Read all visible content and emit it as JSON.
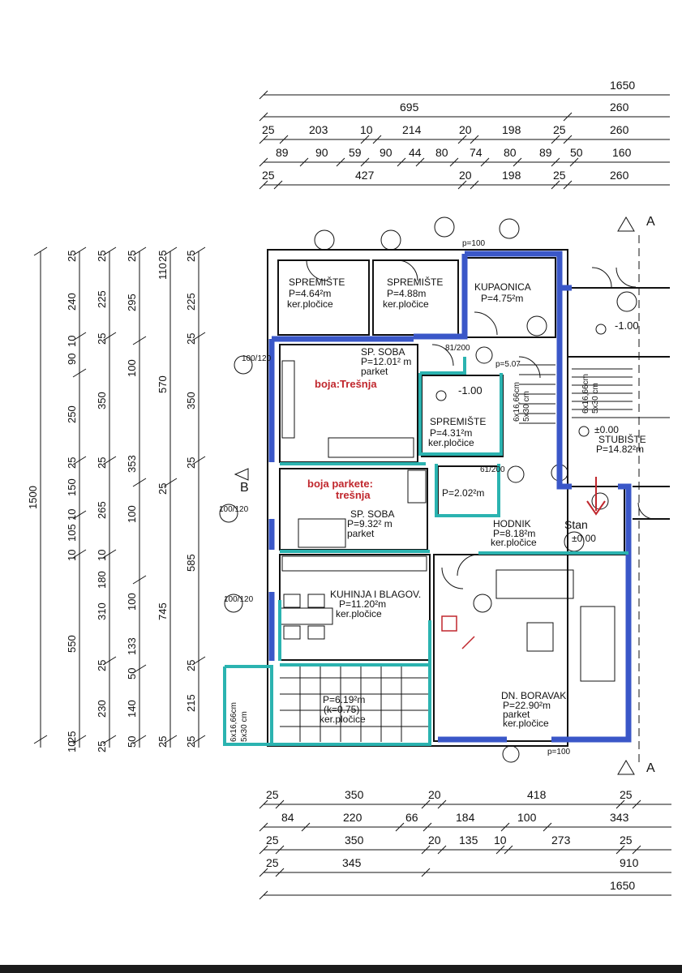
{
  "plan": {
    "top_dims": {
      "row1": [
        "1650"
      ],
      "row2": [
        "695",
        "260"
      ],
      "row3": [
        "25",
        "203",
        "10",
        "214",
        "20",
        "198",
        "25",
        "260"
      ],
      "row4": [
        "89",
        "90",
        "59",
        "90",
        "44",
        "80",
        "74",
        "80",
        "89",
        "50",
        "160"
      ],
      "row5": [
        "25",
        "427",
        "20",
        "198",
        "25",
        "260"
      ]
    },
    "bottom_dims": {
      "row1": [
        "25",
        "350",
        "20",
        "418",
        "25"
      ],
      "row2": [
        "84",
        "220",
        "66",
        "184",
        "100",
        "343"
      ],
      "row3": [
        "25",
        "350",
        "20",
        "135",
        "10",
        "273",
        "25"
      ],
      "row4": [
        "25",
        "345",
        "910"
      ],
      "row5": [
        "1650"
      ]
    },
    "left_dims": {
      "col1": [
        "1500"
      ],
      "col2": [
        "25",
        "240",
        "10",
        "90",
        "250",
        "25",
        "150",
        "10",
        "105",
        "10",
        "550",
        "25",
        "10"
      ],
      "col3": [
        "25",
        "225",
        "25",
        "350",
        "25",
        "265",
        "10",
        "180",
        "310",
        "25",
        "230",
        "25"
      ],
      "col4": [
        "25",
        "295",
        "100",
        "353",
        "100",
        "100",
        "133",
        "50",
        "140",
        "50"
      ],
      "col5": [
        "25",
        "110",
        "570",
        "25",
        "745",
        "25"
      ],
      "col6": [
        "25",
        "225",
        "25",
        "350",
        "25",
        "585",
        "25",
        "215",
        "25"
      ]
    },
    "rooms": {
      "spremiste1": {
        "name": "SPREMIŠTE",
        "area": "P=4.64²m",
        "floor": "ker.pločice"
      },
      "spremiste2": {
        "name": "SPREMIŠTE",
        "area": "P=4.88m",
        "floor": "ker.pločice"
      },
      "kupaonica": {
        "name": "KUPAONICA",
        "area": "P=4.75²m"
      },
      "sp_soba1": {
        "name": "SP. SOBA",
        "area": "P=12.01² m",
        "floor": "parket"
      },
      "spremiste3": {
        "name": "SPREMIŠTE",
        "area": "P=4.31²m",
        "floor": "ker.pločice"
      },
      "wc": {
        "area": "P=2.02²m"
      },
      "sp_soba2": {
        "name": "SP. SOBA",
        "area": "P=9.32² m",
        "floor": "parket"
      },
      "hodnik": {
        "name": "HODNIK",
        "area": "P=8.18²m",
        "floor": "ker.pločice"
      },
      "kuhinja": {
        "name": "KUHINJA I BLAGOV.",
        "area": "P=11.20²m",
        "floor": "ker.pločice"
      },
      "terasa": {
        "area": "P=6.19²m",
        "sub": "(k=0.75)",
        "floor": "ker.pločice"
      },
      "boravak": {
        "name": "DN. BORAVAK",
        "area": "P=22.90²m",
        "floor1": "parket",
        "floor2": "ker.pločice"
      },
      "stubiste": {
        "name": "STUBIŠTE",
        "area": "P=14.82²m"
      }
    },
    "annotations": {
      "boja_tresnja": "boja:Trešnja",
      "boja_parkete_1": "boja parkete:",
      "boja_parkete_2": "trešnja",
      "stan": "Stan",
      "level_minus1": "-1.00",
      "level_minus1b": "-1.00",
      "level_zero1": "±0.00",
      "level_zero2": "±0.00",
      "p100": "p=100",
      "stairs1": "6x16,66cm",
      "stairs1b": "5x30 cm",
      "stairs2": "6x16,66cm",
      "stairs2b": "5x30 cm",
      "stairs3": "6x16,66cm",
      "stairs3b": "5x30 cm",
      "section_a": "A",
      "section_b": "B",
      "d_81_200": "81/200",
      "d_61_200": "61/200",
      "d_100_120": "100/120",
      "d_p5_07": "p=5.07"
    },
    "colors": {
      "wall_blue": "#3a57c8",
      "wall_teal": "#2bb3b0",
      "annotation_red": "#c0272d"
    }
  }
}
